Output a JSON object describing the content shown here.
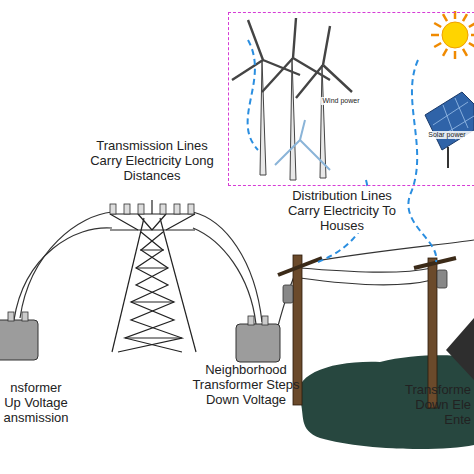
{
  "diagram": {
    "nodes": [
      {
        "text": [
          "Wind power",
          "Solar power"
        ]
      }
    ],
    "labels": [
      "Transmission Lines Carry Electricity Long Distances",
      "Distribution Lines Carry Electricity To Houses",
      "nsformer Up Voltage ansmission",
      "Neighborhood Transformer Steps Down Voltage",
      "Transforme Down Ele Ente"
    ]
  }
}
